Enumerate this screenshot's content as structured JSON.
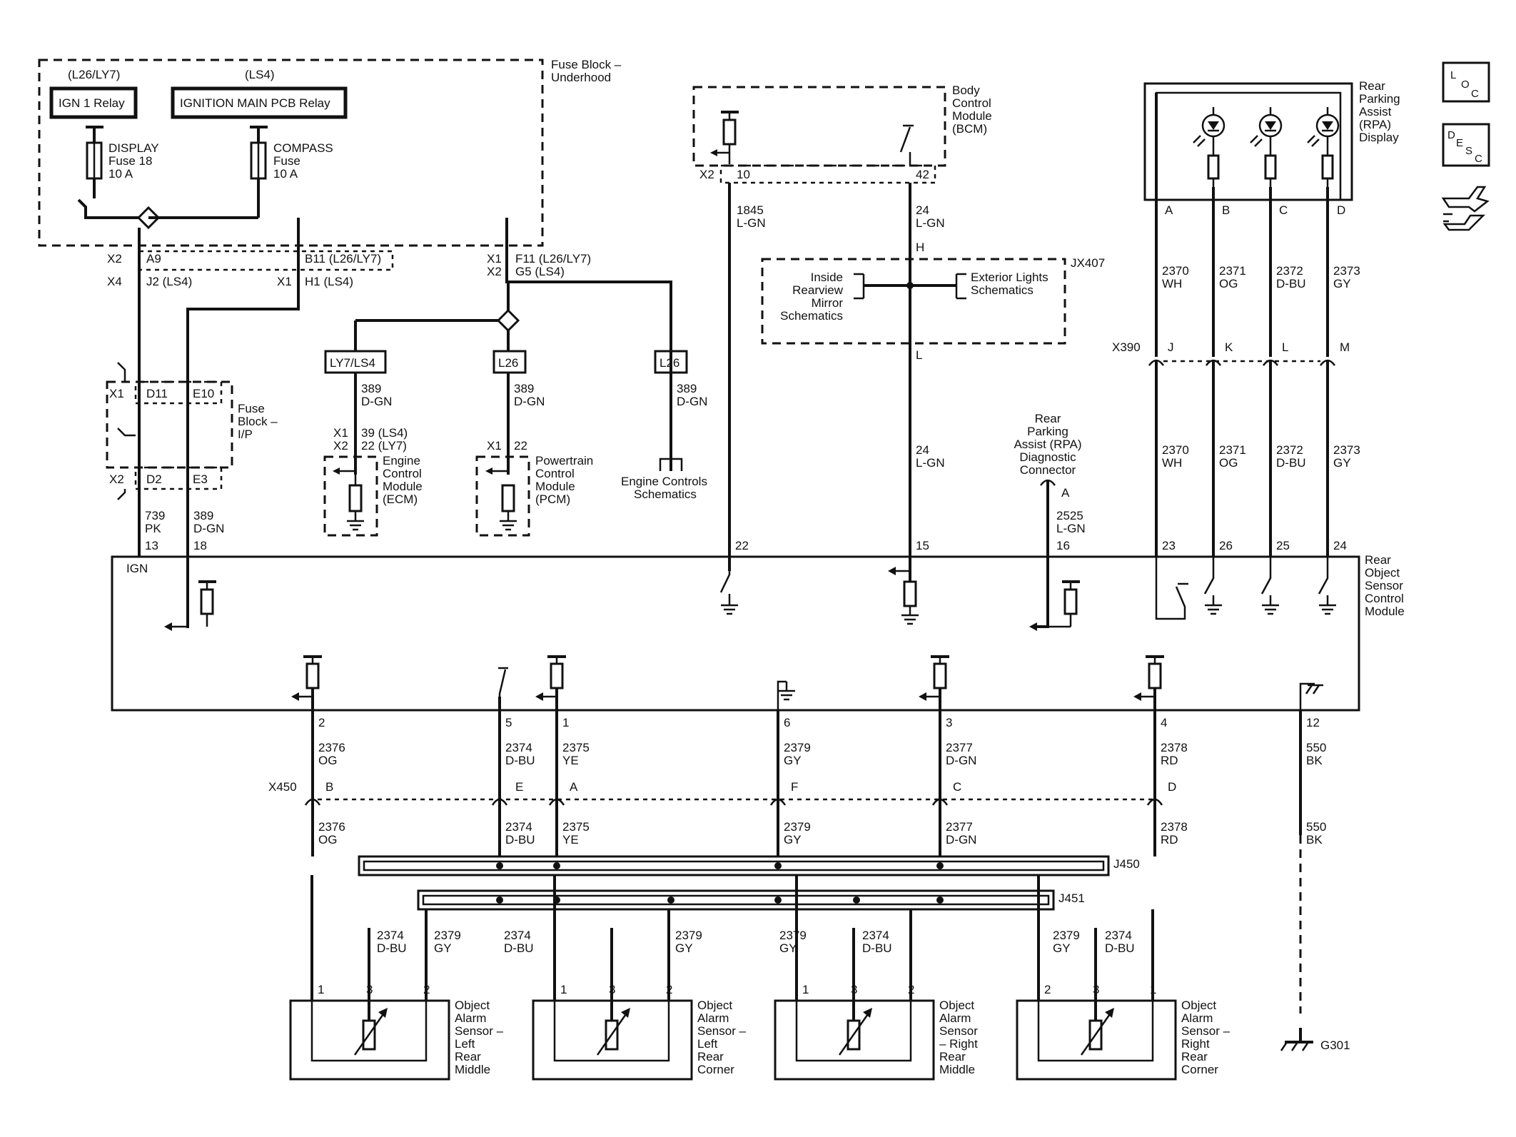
{
  "fuse_block_underhood": {
    "title_1": "Fuse Block –",
    "title_2": "Underhood",
    "relay1_option": "(L26/LY7)",
    "relay1_label": "IGN 1 Relay",
    "relay2_option": "(LS4)",
    "relay2_label": "IGNITION MAIN PCB Relay",
    "fuse1": [
      "DISPLAY",
      "Fuse 18",
      "10 A"
    ],
    "fuse2": [
      "COMPASS",
      "Fuse",
      "10 A"
    ]
  },
  "underhood_pins": {
    "x2": "X2",
    "a9": "A9",
    "x4": "X4",
    "j2": "J2 (LS4)",
    "b11": "B11 (L26/LY7)",
    "x1": "X1",
    "h1": "H1 (LS4)",
    "x1b": "X1",
    "f11": "F11 (L26/LY7)",
    "x2b": "X2",
    "g5": "G5 (LS4)"
  },
  "option_tags": {
    "ly7ls4": "LY7/LS4",
    "l26a": "L26",
    "l26b": "L26"
  },
  "ecm": {
    "wire": [
      "389",
      "D-GN"
    ],
    "pins": [
      "X1",
      "X2",
      "39 (LS4)",
      "22 (LY7)"
    ],
    "name": [
      "Engine",
      "Control",
      "Module",
      "(ECM)"
    ]
  },
  "pcm": {
    "wire": [
      "389",
      "D-GN"
    ],
    "pins": [
      "X1",
      "22"
    ],
    "name": [
      "Powertrain",
      "Control",
      "Module",
      "(PCM)"
    ]
  },
  "engine_controls": {
    "wire": [
      "389",
      "D-GN"
    ],
    "name": [
      "Engine Controls",
      "Schematics"
    ]
  },
  "fuse_block_ip": {
    "name": [
      "Fuse",
      "Block –",
      "I/P"
    ],
    "pins": [
      "X1",
      "D11",
      "E10",
      "X2",
      "D2",
      "E3"
    ]
  },
  "ign_wires": {
    "w1": [
      "739",
      "PK",
      "13"
    ],
    "w2": [
      "389",
      "D-GN",
      "18"
    ]
  },
  "bcm": {
    "name": [
      "Body",
      "Control",
      "Module",
      "(BCM)"
    ],
    "pins": [
      "X2",
      "10",
      "42"
    ],
    "wire1": [
      "1845",
      "L-GN"
    ],
    "wire2": [
      "24",
      "L-GN"
    ],
    "h": "H",
    "l": "L",
    "wire3": [
      "24",
      "L-GN"
    ]
  },
  "jx407": {
    "id": "JX407",
    "left": [
      "Inside",
      "Rearview",
      "Mirror",
      "Schematics"
    ],
    "right": [
      "Exterior Lights",
      "Schematics"
    ]
  },
  "diag_connector": {
    "name": [
      "Rear",
      "Parking",
      "Assist (RPA)",
      "Diagnostic",
      "Connector"
    ],
    "pin": "A",
    "wire": [
      "2525",
      "L-GN",
      "16"
    ]
  },
  "rpa_display": {
    "name": [
      "Rear",
      "Parking",
      "Assist",
      "(RPA)",
      "Display"
    ],
    "pins": [
      "A",
      "B",
      "C",
      "D"
    ],
    "wires": [
      [
        "2370",
        "WH"
      ],
      [
        "2371",
        "OG"
      ],
      [
        "2372",
        "D-BU"
      ],
      [
        "2373",
        "GY"
      ]
    ],
    "x390": "X390",
    "x390_pins": [
      "J",
      "K",
      "L",
      "M"
    ],
    "module_pins": [
      "23",
      "26",
      "25",
      "24"
    ]
  },
  "module": {
    "name": [
      "Rear",
      "Object",
      "Sensor",
      "Control",
      "Module"
    ],
    "ign": "IGN",
    "pin22": "22",
    "pin15": "15",
    "bottom_pins": [
      "2",
      "5",
      "1",
      "6",
      "3",
      "4",
      "12"
    ]
  },
  "bottom_wires": [
    [
      "2376",
      "OG"
    ],
    [
      "2374",
      "D-BU"
    ],
    [
      "2375",
      "YE"
    ],
    [
      "2379",
      "GY"
    ],
    [
      "2377",
      "D-GN"
    ],
    [
      "2378",
      "RD"
    ],
    [
      "550",
      "BK"
    ]
  ],
  "x450": {
    "id": "X450",
    "pins": [
      "B",
      "E",
      "A",
      "F",
      "C",
      "D"
    ]
  },
  "splices": {
    "j450": "J450",
    "j451": "J451"
  },
  "sensor_wires": [
    [
      "2374",
      "D-BU"
    ],
    [
      "2379",
      "GY"
    ],
    [
      "2374",
      "D-BU"
    ],
    [
      "2379",
      "GY"
    ],
    [
      "2379",
      "GY"
    ],
    [
      "2374",
      "D-BU"
    ],
    [
      "2379",
      "GY"
    ],
    [
      "2374",
      "D-BU"
    ]
  ],
  "sensors": [
    {
      "pins": [
        "1",
        "3",
        "2"
      ],
      "name": [
        "Object",
        "Alarm",
        "Sensor –",
        "Left",
        "Rear",
        "Middle"
      ]
    },
    {
      "pins": [
        "1",
        "3",
        "2"
      ],
      "name": [
        "Object",
        "Alarm",
        "Sensor –",
        "Left",
        "Rear",
        "Corner"
      ]
    },
    {
      "pins": [
        "1",
        "3",
        "2"
      ],
      "name": [
        "Object",
        "Alarm",
        "Sensor",
        "– Right",
        "Rear",
        "Middle"
      ]
    },
    {
      "pins": [
        "2",
        "3",
        "1"
      ],
      "name": [
        "Object",
        "Alarm",
        "Sensor –",
        "Right",
        "Rear",
        "Corner"
      ]
    }
  ],
  "ground": "G301",
  "nav": {
    "loc": [
      "L",
      "O",
      "C"
    ],
    "desc": [
      "D",
      "E",
      "S",
      "C"
    ]
  }
}
